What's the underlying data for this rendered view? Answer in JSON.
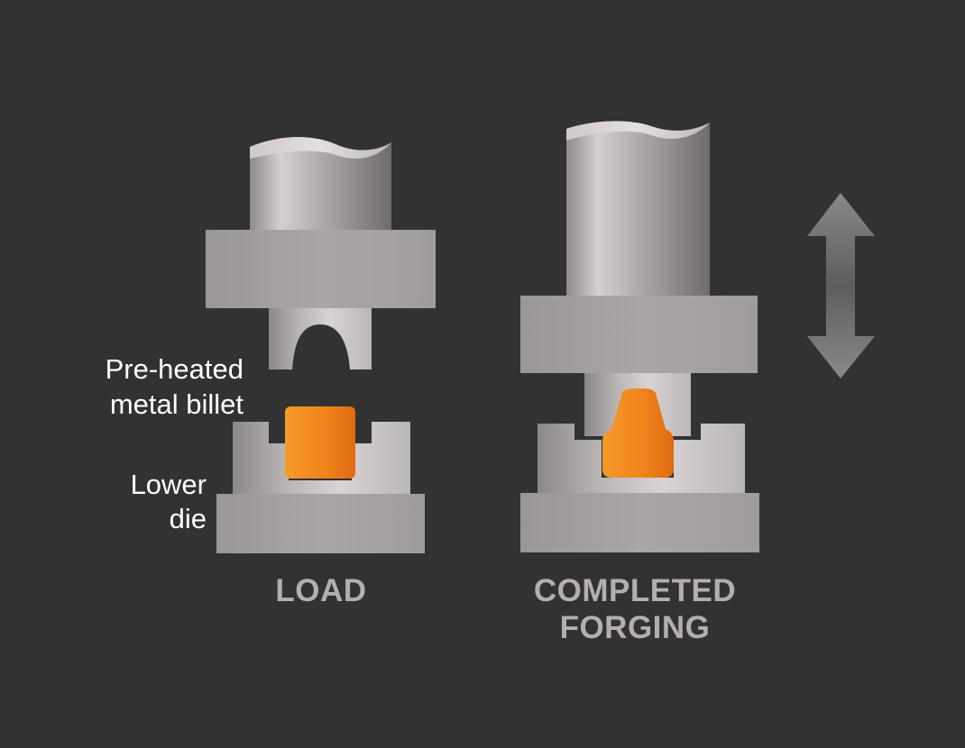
{
  "labels": {
    "billet_line1": "Pre-heated",
    "billet_line2": "metal billet",
    "die_line1": "Lower",
    "die_line2": "die"
  },
  "stages": {
    "load": "LOAD",
    "completed_line1": "COMPLETED",
    "completed_line2": "FORGING"
  },
  "colors": {
    "background": "#323232",
    "metal": "#a8a4a3",
    "billet": "#f28a1f",
    "arrow": "#7a7878",
    "caption": "#b4afad",
    "callout": "#ffffff"
  },
  "icons": {
    "motion_arrow": "double-vertical-arrow"
  }
}
